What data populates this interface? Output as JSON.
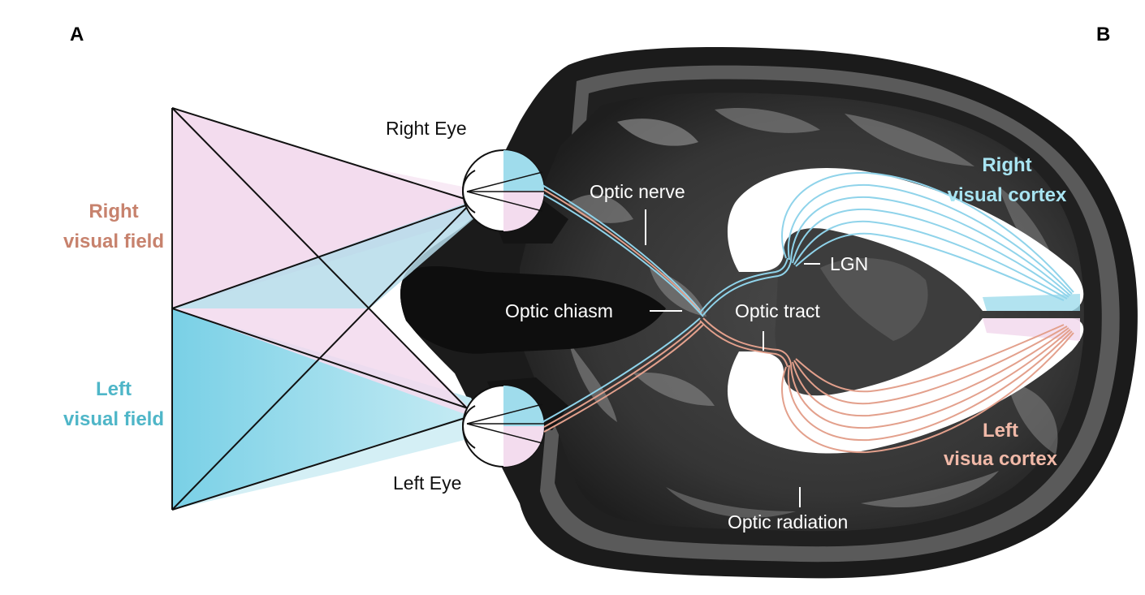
{
  "panels": {
    "a": "A",
    "b": "B"
  },
  "labels": {
    "right_eye": "Right Eye",
    "left_eye": "Left Eye",
    "right_field_line1": "Right",
    "right_field_line2": "visual field",
    "left_field_line1": "Left",
    "left_field_line2": "visual field",
    "optic_nerve": "Optic nerve",
    "optic_chiasm": "Optic chiasm",
    "optic_tract": "Optic tract",
    "lgn": "LGN",
    "optic_radiation": "Optic radiation",
    "right_cortex_line1": "Right",
    "right_cortex_line2": "visual cortex",
    "left_cortex_line1": "Left",
    "left_cortex_line2": "visua cortex"
  },
  "colors": {
    "right_field_fill": "#f3dcee",
    "left_field_fill": "#9fdcec",
    "right_pathway": "#e3a08c",
    "left_pathway": "#8fd3ea",
    "right_field_text": "#c7826d",
    "left_field_text": "#4fb6c8",
    "right_cortex_text": "#a8e4f2",
    "left_cortex_text": "#f1b9a8",
    "brain_outer": "#1f1f1f",
    "brain_mid": "#3a3a3a",
    "brain_light": "#6b6b6b"
  }
}
